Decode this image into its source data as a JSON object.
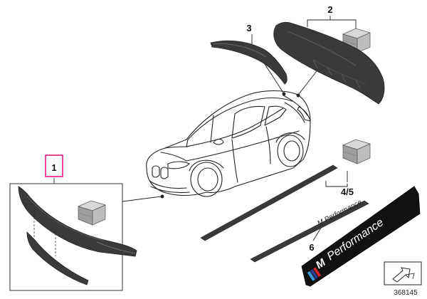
{
  "diagram": {
    "doc_number": "368145",
    "callouts": {
      "front_splitter": "1",
      "rear_diffuser": "2",
      "rear_spoiler": "3",
      "side_skirt_decals": "4/5",
      "performance_decal": "6"
    },
    "decal_text": {
      "brand_mark": "M",
      "wordmark": "Performance",
      "small_wordmark": "M Performance"
    },
    "colors": {
      "highlight_box": "#e2197c",
      "part_dark": "#3a3a3a",
      "line": "#222222",
      "m_blue_light": "#3d9ad8",
      "m_blue_dark": "#2a3d8f",
      "m_red": "#d2232a"
    },
    "icons": [
      "parts-package-icon",
      "view-arrow-icon"
    ]
  }
}
